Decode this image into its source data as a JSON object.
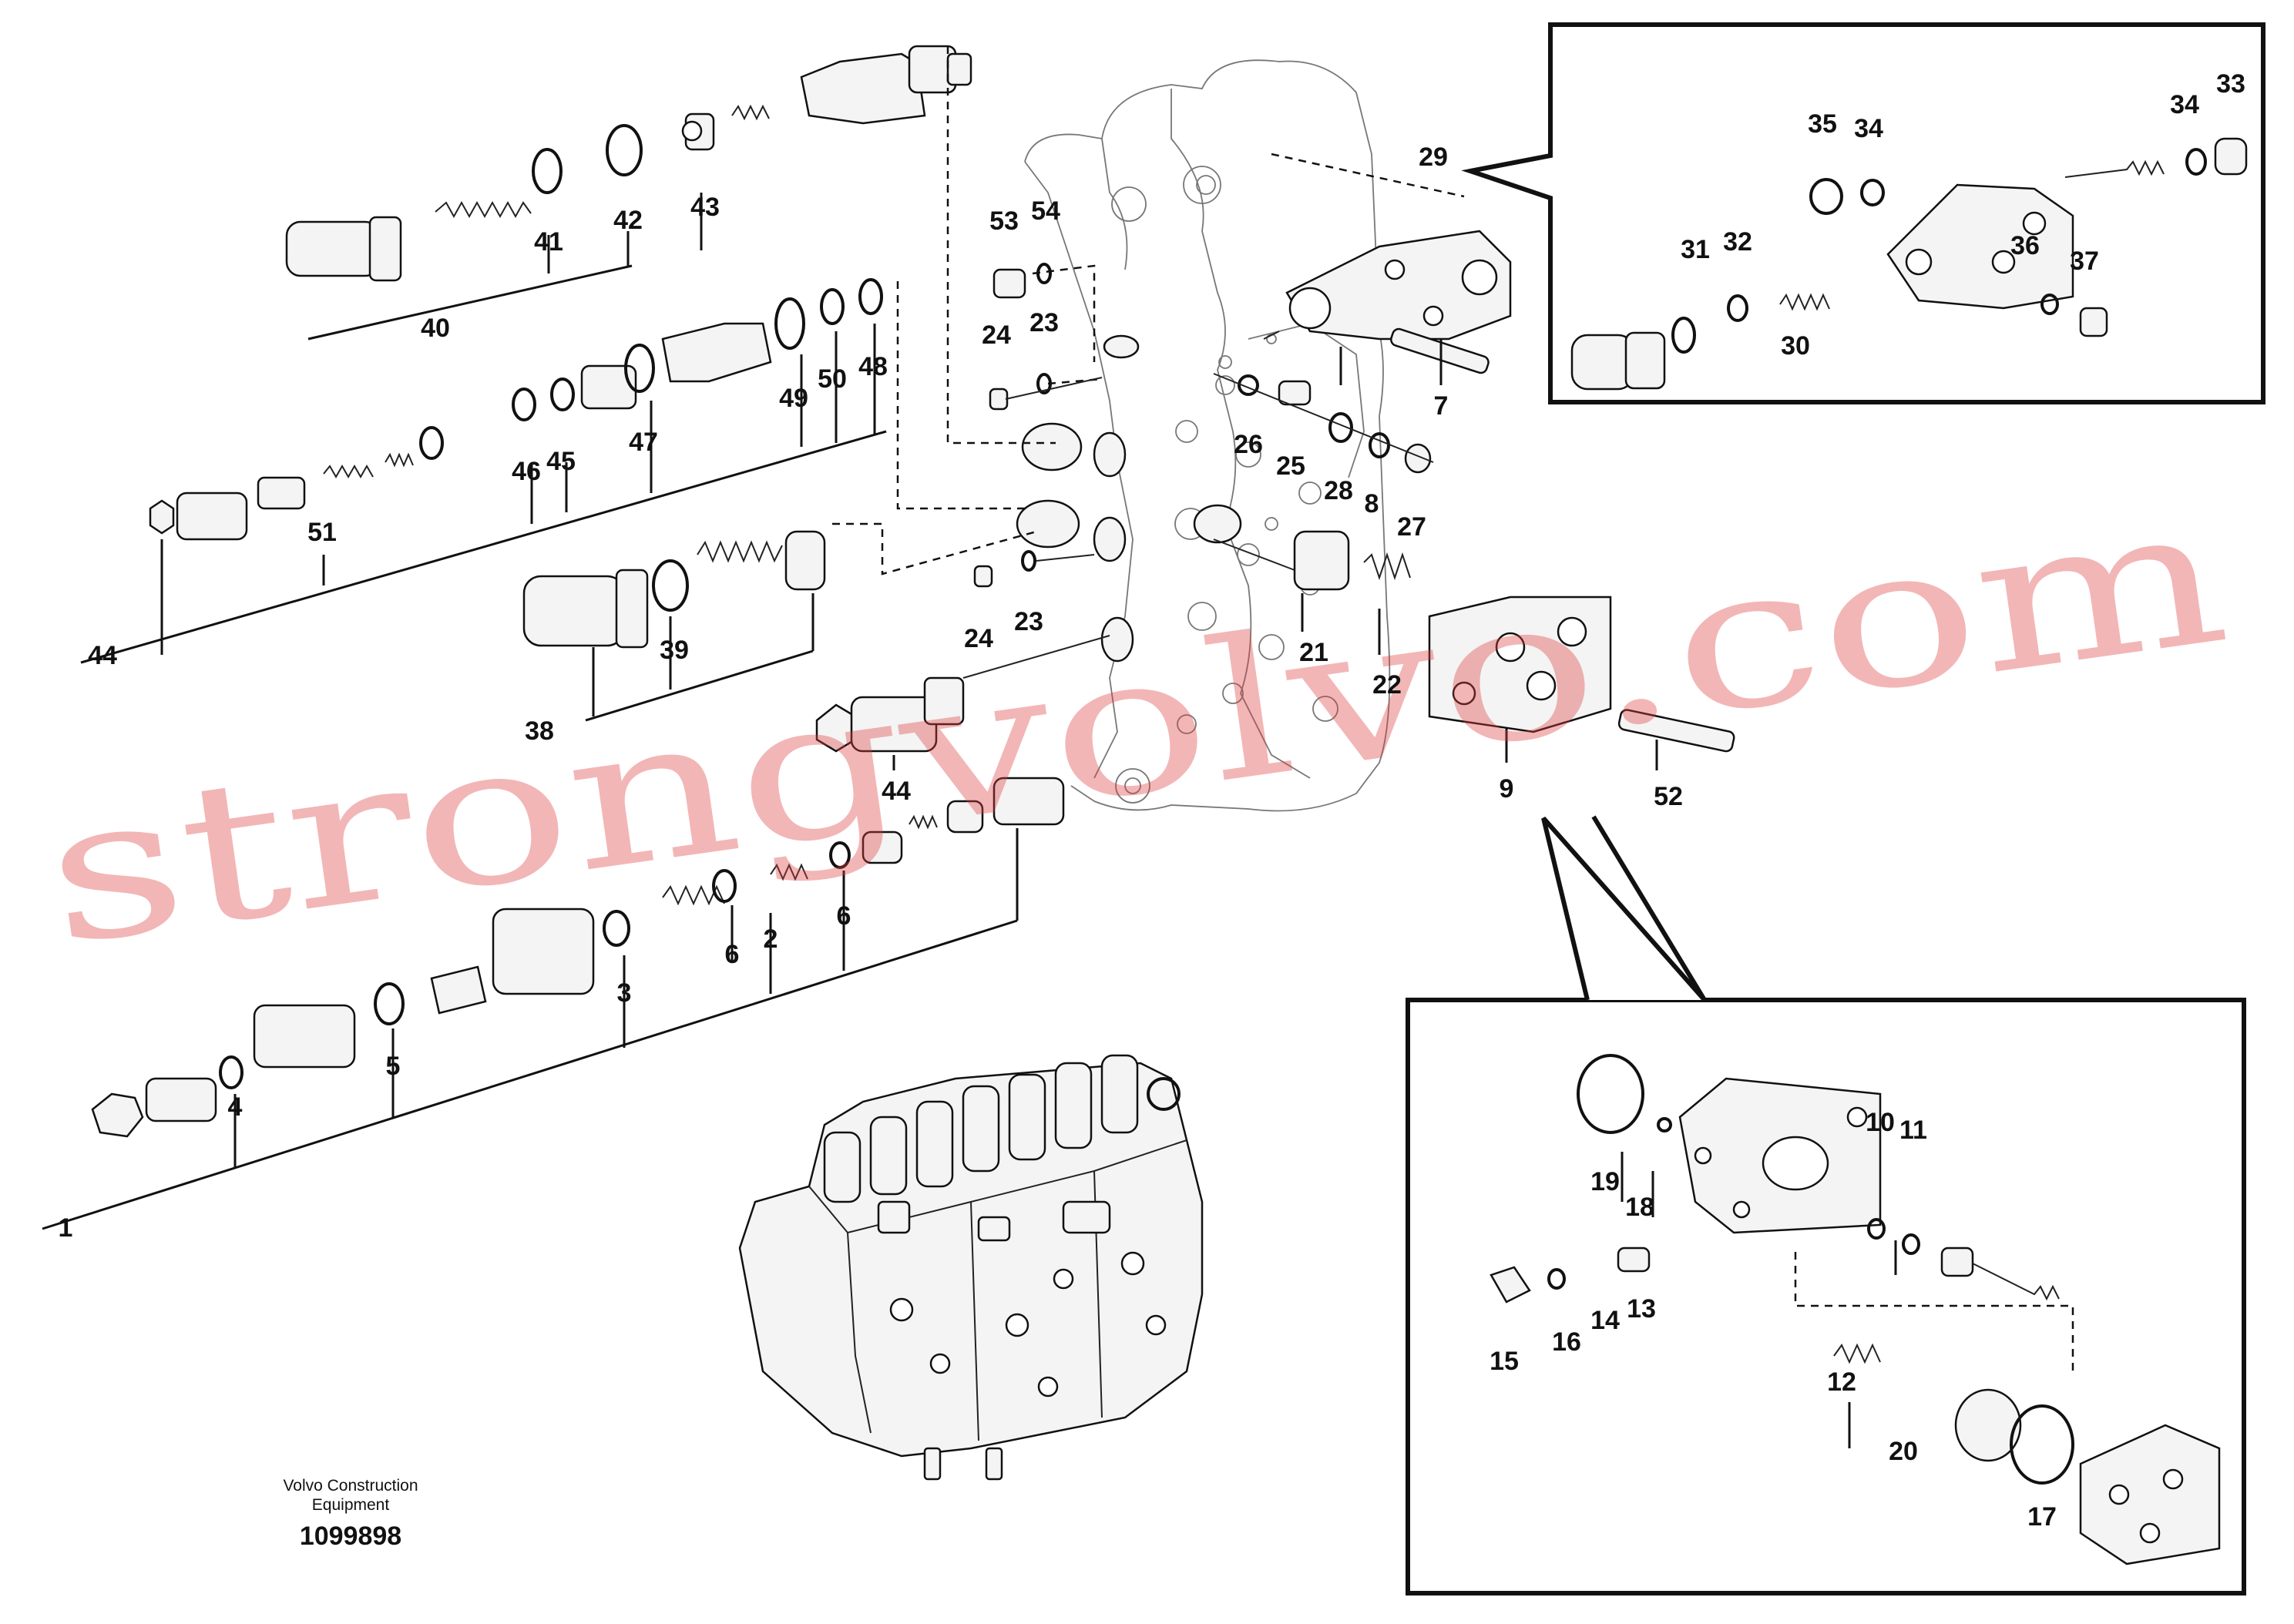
{
  "watermark": "strongvolvo.com",
  "footer": {
    "company_line1": "Volvo Construction",
    "company_line2": "Equipment",
    "document_number": "1099898"
  },
  "callouts": [
    {
      "id": "l1",
      "text": "1"
    },
    {
      "id": "l2",
      "text": "2"
    },
    {
      "id": "l3",
      "text": "3"
    },
    {
      "id": "l4",
      "text": "4"
    },
    {
      "id": "l5",
      "text": "5"
    },
    {
      "id": "l6a",
      "text": "6"
    },
    {
      "id": "l6b",
      "text": "6"
    },
    {
      "id": "l7",
      "text": "7"
    },
    {
      "id": "l8",
      "text": "8"
    },
    {
      "id": "l9",
      "text": "9"
    },
    {
      "id": "l10",
      "text": "10"
    },
    {
      "id": "l11",
      "text": "11"
    },
    {
      "id": "l12",
      "text": "12"
    },
    {
      "id": "l13",
      "text": "13"
    },
    {
      "id": "l14",
      "text": "14"
    },
    {
      "id": "l15",
      "text": "15"
    },
    {
      "id": "l16",
      "text": "16"
    },
    {
      "id": "l17",
      "text": "17"
    },
    {
      "id": "l18",
      "text": "18"
    },
    {
      "id": "l19",
      "text": "19"
    },
    {
      "id": "l20",
      "text": "20"
    },
    {
      "id": "l21",
      "text": "21"
    },
    {
      "id": "l22",
      "text": "22"
    },
    {
      "id": "l23a",
      "text": "23"
    },
    {
      "id": "l23b",
      "text": "23"
    },
    {
      "id": "l24a",
      "text": "24"
    },
    {
      "id": "l24b",
      "text": "24"
    },
    {
      "id": "l25",
      "text": "25"
    },
    {
      "id": "l26",
      "text": "26"
    },
    {
      "id": "l27",
      "text": "27"
    },
    {
      "id": "l28",
      "text": "28"
    },
    {
      "id": "l29",
      "text": "29"
    },
    {
      "id": "l30",
      "text": "30"
    },
    {
      "id": "l31",
      "text": "31"
    },
    {
      "id": "l32",
      "text": "32"
    },
    {
      "id": "l33",
      "text": "33"
    },
    {
      "id": "l34a",
      "text": "34"
    },
    {
      "id": "l34b",
      "text": "34"
    },
    {
      "id": "l35",
      "text": "35"
    },
    {
      "id": "l36",
      "text": "36"
    },
    {
      "id": "l37",
      "text": "37"
    },
    {
      "id": "l38",
      "text": "38"
    },
    {
      "id": "l39",
      "text": "39"
    },
    {
      "id": "l40",
      "text": "40"
    },
    {
      "id": "l41",
      "text": "41"
    },
    {
      "id": "l42",
      "text": "42"
    },
    {
      "id": "l43",
      "text": "43"
    },
    {
      "id": "l44a",
      "text": "44"
    },
    {
      "id": "l44b",
      "text": "44"
    },
    {
      "id": "l45",
      "text": "45"
    },
    {
      "id": "l46",
      "text": "46"
    },
    {
      "id": "l47",
      "text": "47"
    },
    {
      "id": "l48",
      "text": "48"
    },
    {
      "id": "l49",
      "text": "49"
    },
    {
      "id": "l50",
      "text": "50"
    },
    {
      "id": "l51",
      "text": "51"
    },
    {
      "id": "l52",
      "text": "52"
    },
    {
      "id": "l53",
      "text": "53"
    },
    {
      "id": "l54",
      "text": "54"
    }
  ]
}
